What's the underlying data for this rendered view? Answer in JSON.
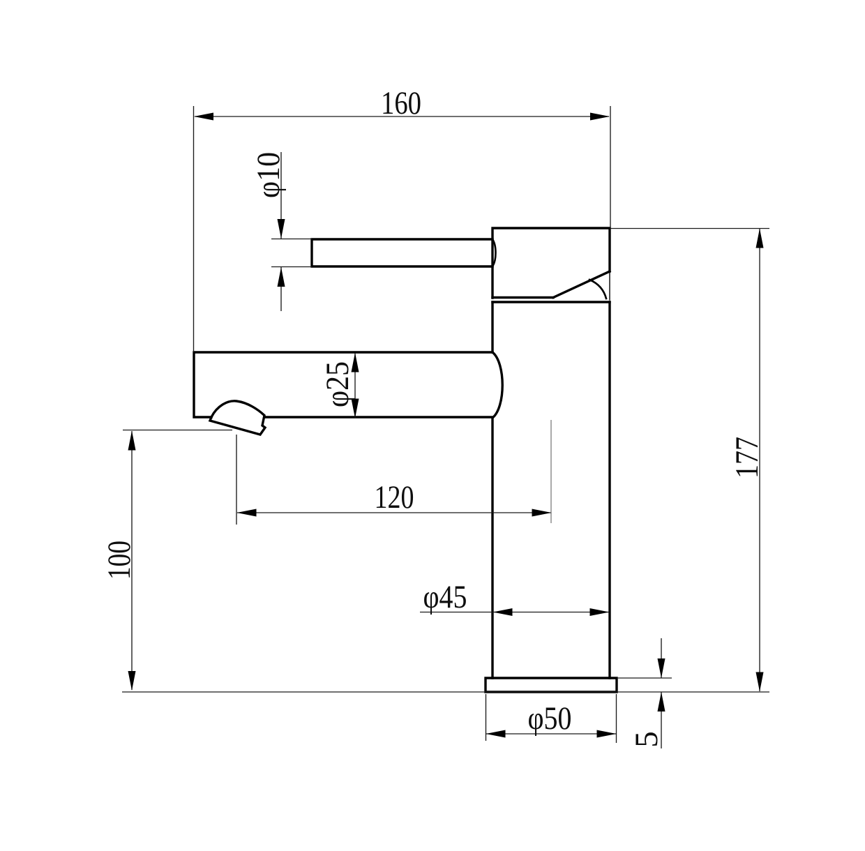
{
  "drawing": {
    "title": "basin mixer tap technical drawing",
    "labels": {
      "top_width": "160",
      "handle_diameter": "φ10",
      "spout_diameter": "φ25",
      "spout_reach": "120",
      "outlet_height": "100",
      "body_diameter": "φ45",
      "base_diameter": "φ50",
      "total_height": "177",
      "base_thickness": "5"
    },
    "colors": {
      "outline": "#000000",
      "dimension_lines": "#1b1b1b",
      "centerline": "#808080",
      "background": "#ffffff"
    }
  }
}
